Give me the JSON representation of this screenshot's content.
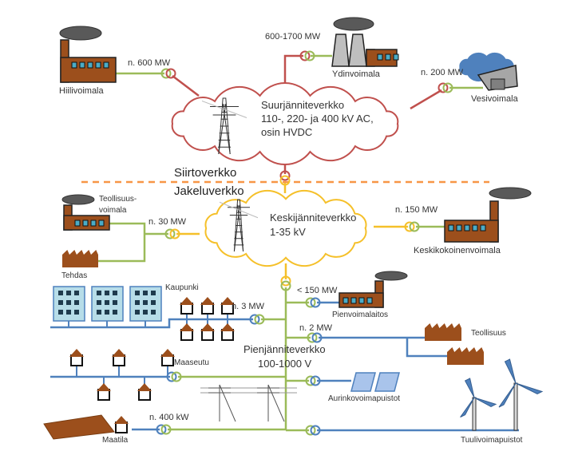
{
  "sections": {
    "transmission": "Siirtoverkko",
    "distribution": "Jakeluverkko"
  },
  "high_voltage": {
    "name": "Suurjänniteverkko",
    "line2": "110-, 220- ja 400 kV AC,",
    "line3": "osin HVDC"
  },
  "medium_voltage": {
    "name": "Keskijänniteverkko",
    "line2": "1-35 kV"
  },
  "low_voltage": {
    "name": "Pienjänniteverkko",
    "line2": "100-1000 V"
  },
  "plants": {
    "coal": {
      "label": "Hiilivoimala",
      "power": "n. 600 MW"
    },
    "nuclear": {
      "label": "Ydinvoimala",
      "power": "600-1700 MW"
    },
    "hydro": {
      "label": "Vesivoimala",
      "power": "n. 200 MW"
    },
    "industrial_plant": {
      "label_line1": "Teollisuus-",
      "label_line2": "voimala",
      "power": "n. 30 MW"
    },
    "factory": {
      "label": "Tehdas"
    },
    "medium_plant": {
      "label": "Keskikokoinenvoimala",
      "power": "n. 150 MW"
    },
    "small_plant": {
      "label": "Pienvoimalaitos",
      "power": "< 150 MW"
    },
    "industry": {
      "label": "Teollisuus",
      "power": "n. 2 MW"
    },
    "city": {
      "label": "Kaupunki",
      "power": "n. 3 MW"
    },
    "countryside": {
      "label": "Maaseutu"
    },
    "solar": {
      "label": "Aurinkovoimapuistot"
    },
    "farm": {
      "label": "Maatila",
      "power": "n. 400 kW"
    },
    "wind": {
      "label": "Tuulivoimapuistot"
    }
  },
  "colors": {
    "high_voltage": "#c0504d",
    "medium_voltage": "#f5c02a",
    "low_voltage": "#9bbb59",
    "consumer": "#4f81bd",
    "boundary": "#f79646",
    "building": "#9c4f1c"
  }
}
